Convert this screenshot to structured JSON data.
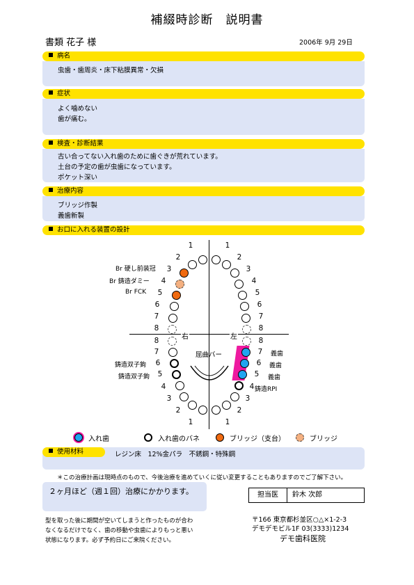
{
  "title": "補綴時診断　説明書",
  "patient": "書類 花子 様",
  "date": "2006年 9月 29日",
  "sections": {
    "disease": {
      "title": "病名",
      "lines": [
        "虫歯・歯周炎・床下粘膜異常・欠損"
      ]
    },
    "symptoms": {
      "title": "症状",
      "lines": [
        "よく噛めない",
        "歯が痛む。"
      ]
    },
    "exam": {
      "title": "検査・診断結果",
      "lines": [
        "古い合ってない入れ歯のために歯ぐきが荒れています。",
        "土台の予定の歯が虫歯になっています。",
        "ポケット深い"
      ]
    },
    "treatment": {
      "title": "治療内容",
      "lines": [
        "ブリッジ作製",
        "義歯新製"
      ]
    },
    "design": {
      "title": "お口に入れる装置の設計"
    }
  },
  "chart": {
    "right": "右",
    "left": "左",
    "bar_label": "屈曲バー",
    "upper_right_labels": {
      "br_abutment": "Br 硬し前装冠",
      "br_pontic": "Br 鋳造ダミー",
      "br_fck": "Br FCK"
    },
    "lower_right_labels": {
      "double_clasp_6": "鋳造双子鉤",
      "double_clasp_5": "鋳造双子鉤"
    },
    "lower_left_labels": {
      "denture_7": "義歯",
      "denture_6": "義歯",
      "denture_5": "義歯",
      "rpi_4": "鋳造RPI"
    },
    "numbers": {
      "n1": "1",
      "n2": "2",
      "n3": "3",
      "n4": "4",
      "n5": "5",
      "n6": "6",
      "n7": "7",
      "n8": "8"
    }
  },
  "legend": {
    "denture": "入れ歯",
    "clasp": "入れ歯のバネ",
    "abutment": "ブリッジ（支台）",
    "bridge": "ブリッジ"
  },
  "materials": {
    "title": "使用材料",
    "text": "レジン床　12%金パラ　不銹鋼・特殊鋼"
  },
  "disclaimer": "＊この治療計画は現時点のもので、今後治療を進めていくに従い変更することもありますのでご了解下さい。",
  "duration_note": "２ヶ月ほど（週１回）治療にかかります。",
  "warning": [
    "型を取った後に期間が空いてしまうと作ったものが合わ",
    "なくなるだけでなく、歯の移動や虫歯によりもっと悪い",
    "状態になります。必ず予約日にご来院ください。"
  ],
  "doctor": {
    "label": "担当医",
    "name": "鈴木 次郎"
  },
  "clinic": {
    "address1": "〒166 東京都杉並区○△×1-2-3",
    "address2": "デモデモビル1F 03(3333)1234",
    "name": "デモ歯科医院"
  },
  "colors": {
    "header_yellow": "#ffe200",
    "panel_blue": "#dde4f6",
    "abutment": "#f06a10",
    "pontic": "#f4b080",
    "denture": "#20a4f0",
    "pink": "#ee1aa0"
  }
}
